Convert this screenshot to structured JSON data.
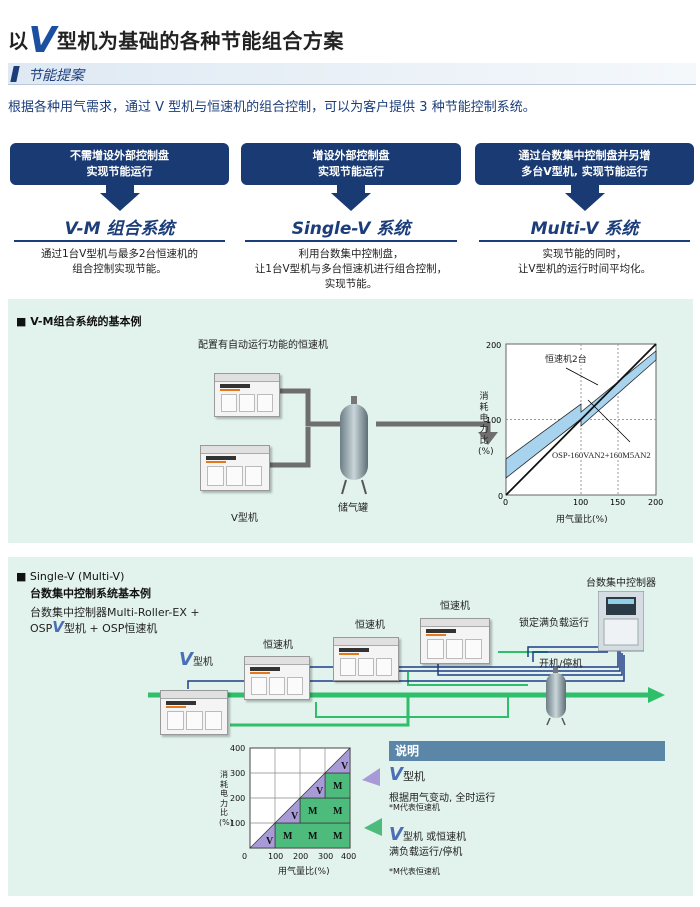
{
  "title": {
    "prefix": "以",
    "v": "V",
    "suffix": "型机为基础的各种节能组合方案"
  },
  "section_label": "节能提案",
  "intro": "根据各种用气需求，通过 V 型机与恒速机的组合控制，可以为客户提供 3 种节能控制系统。",
  "proposals": [
    {
      "box_line1": "不需增设外部控制盘",
      "box_line2": "实现节能运行",
      "name": "V-M 组合系统",
      "desc_line1": "通过1台V型机与最多2台恒速机的",
      "desc_line2": "组合控制实现节能。",
      "desc_line3": ""
    },
    {
      "box_line1": "增设外部控制盘",
      "box_line2": "实现节能运行",
      "name": "Single-V 系统",
      "desc_line1": "利用台数集中控制盘，",
      "desc_line2": "让1台V型机与多台恒速机进行组合控制，",
      "desc_line3": "实现节能。"
    },
    {
      "box_line1": "通过台数集中控制盘并另增",
      "box_line2": "多台V型机, 实现节能运行",
      "name": "Multi-V 系统",
      "desc_line1": "实现节能的同时，",
      "desc_line2": "让V型机的运行时间平均化。",
      "desc_line3": ""
    }
  ],
  "panel1": {
    "heading": "■ V-M组合系统的基本例",
    "machine_caption": "配置有自动运行功能的恒速机",
    "v_label": "V型机",
    "tank_label": "储气罐"
  },
  "chart1": {
    "ylabel_chars": [
      "消",
      "耗",
      "电",
      "力",
      "比",
      "(%)"
    ],
    "xlabel": "用气量比(%)",
    "series_label_1": "恒速机2台",
    "series_label_2": "OSP-160VAN2+160M5AN2",
    "y_ticks": [
      "200",
      "100",
      "0"
    ],
    "x_ticks": [
      "0",
      "100",
      "150",
      "200"
    ]
  },
  "panel2": {
    "heading": "■ Single-V (Multi-V)",
    "subheading": "台数集中控制系统基本例",
    "desc_line1": "台数集中控制器Multi-Roller-EX +",
    "desc_line2_a": "OSP",
    "desc_line2_v": "V",
    "desc_line2_b": "型机 + OSP恒速机",
    "controller_label": "台数集中控制器",
    "label_fixed": "锁定满负载运行",
    "label_onoff": "开机/停机",
    "v_label_v": "V",
    "v_label_rest": "型机",
    "m_label_1": "恒速机",
    "m_label_2": "恒速机",
    "m_label_3": "恒速机"
  },
  "chart2": {
    "ylabel_chars": [
      "消",
      "耗",
      "电",
      "力",
      "比",
      "(%)"
    ],
    "xlabel": "用气量比(%)",
    "y_ticks": [
      "400",
      "300",
      "200",
      "100",
      "0"
    ],
    "x_ticks": [
      "100",
      "200",
      "300",
      "400"
    ],
    "cell_v": "V",
    "cell_m": "M"
  },
  "legend": {
    "title": "说明",
    "v_title_v": "V",
    "v_title_rest": "型机",
    "v_desc": "根据用气变动, 全时运行",
    "v_note": "*M代表恒速机",
    "m_title_v": "V",
    "m_title_rest": "型机 或恒速机",
    "m_desc": "满负载运行/停机",
    "m_note": "*M代表恒速机"
  },
  "colors": {
    "navy": "#193a72",
    "panel_bg": "#e2f2ec",
    "green": "#2fbf6a",
    "purple": "#a79ad6",
    "grid_green": "#4dbb7c",
    "chart_blue": "#a7d3ef"
  }
}
